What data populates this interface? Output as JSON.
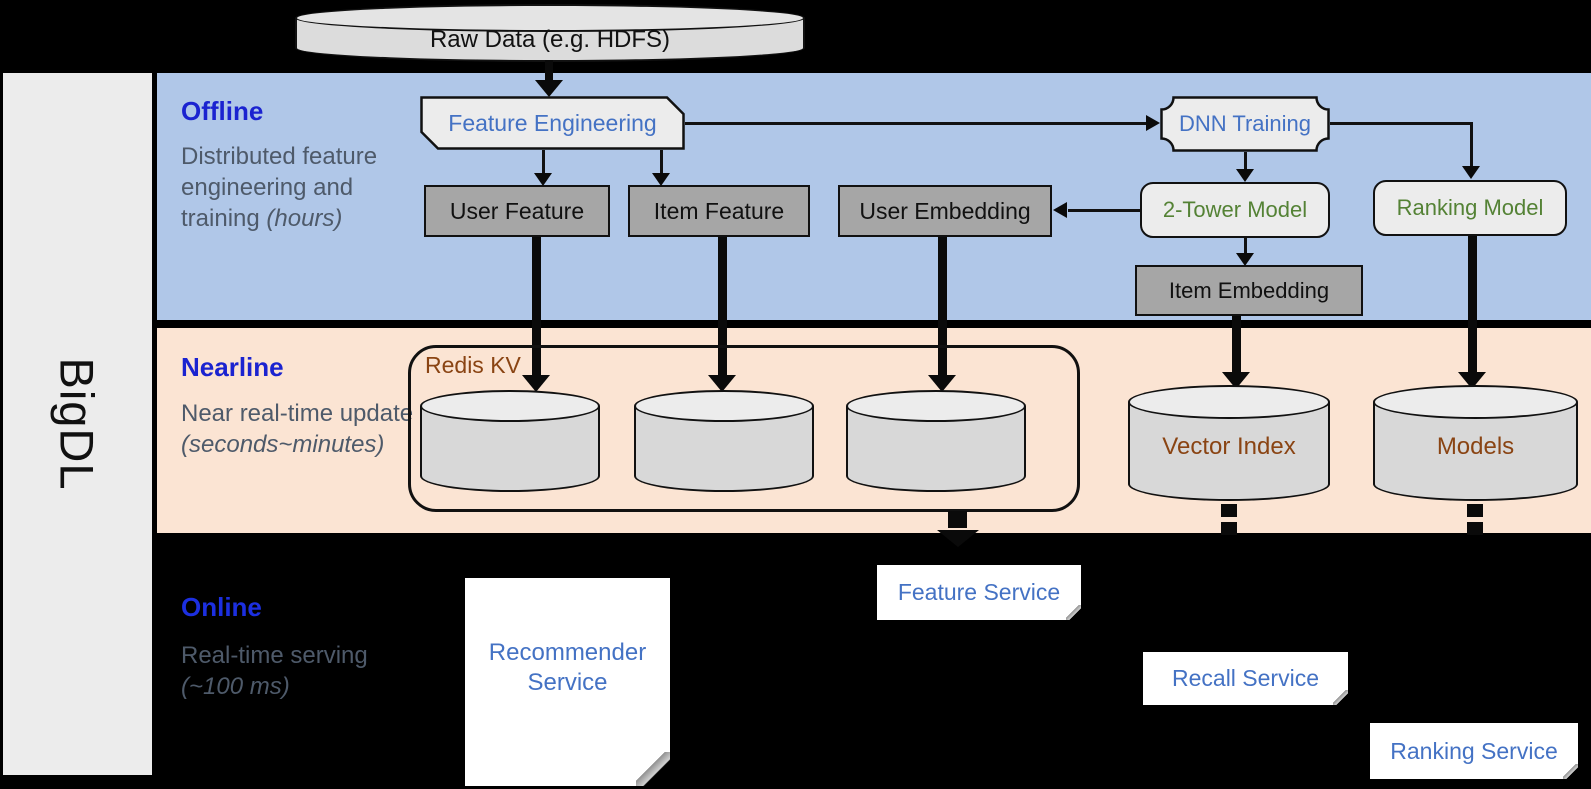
{
  "brand": "BigDL",
  "source": {
    "label": "Raw Data (e.g. HDFS)"
  },
  "sections": {
    "offline": {
      "title": "Offline",
      "desc": "Distributed feature engineering and training ",
      "desc_em": "(hours)"
    },
    "nearline": {
      "title": "Nearline",
      "desc": "Near real-time update ",
      "desc_em": "(seconds~minutes)"
    },
    "online": {
      "title": "Online",
      "desc": "Real-time serving ",
      "desc_em": "(~100 ms)"
    }
  },
  "offline_nodes": {
    "feature_engineering": "Feature Engineering",
    "dnn_training": "DNN Training",
    "user_feature": "User Feature",
    "item_feature": "Item Feature",
    "user_embedding": "User Embedding",
    "two_tower_model": "2-Tower Model",
    "ranking_model": "Ranking Model",
    "item_embedding": "Item Embedding"
  },
  "nearline_nodes": {
    "redis_kv": "Redis KV",
    "vector_index": "Vector Index",
    "models": "Models"
  },
  "online_nodes": {
    "recommender_service": "Recommender Service",
    "feature_service": "Feature Service",
    "recall_service": "Recall Service",
    "ranking_service": "Ranking Service"
  },
  "colors": {
    "offline_band": "#b0c7e8",
    "nearline_band": "#fbe4d3",
    "section_header_blue": "#1b23d0",
    "description_gray": "#4e5a6a",
    "node_text_blue": "#4472c4",
    "model_text_green": "#548235",
    "store_text_brown": "#8a4413",
    "gray_box_fill": "#a6a6a6",
    "light_shape_fill": "#ececec",
    "background": "#000000"
  }
}
